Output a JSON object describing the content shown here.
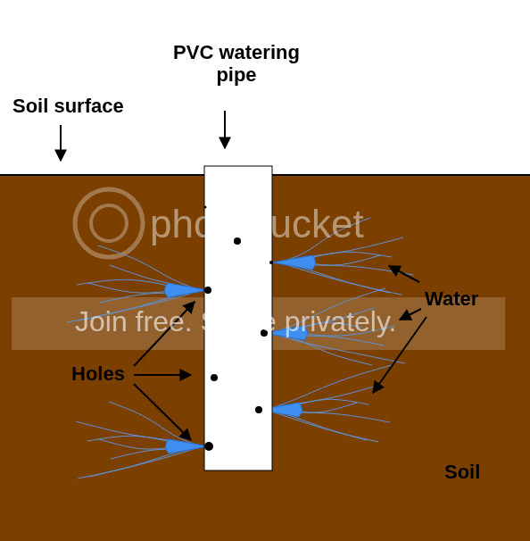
{
  "diagram": {
    "labels": [
      "PVC watering pipe",
      "Soil surface",
      "Water",
      "Holes",
      "Soil",
      "photobucket",
      "Join free. Share privately."
    ]
  }
}
